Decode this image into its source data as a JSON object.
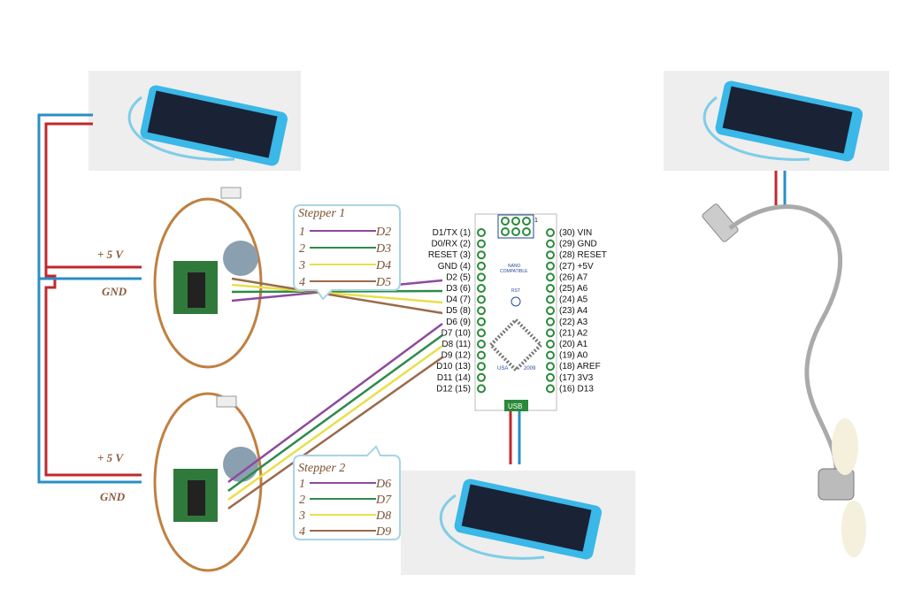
{
  "power_labels": {
    "plus5v_1": "+ 5 V",
    "gnd_1": "GND",
    "plus5v_2": "+ 5 V",
    "gnd_2": "GND"
  },
  "stepper1": {
    "title": "Stepper 1",
    "wires": [
      {
        "n": "1",
        "pin": "D2",
        "color": "#8e4a9e"
      },
      {
        "n": "2",
        "pin": "D3",
        "color": "#2e8b4a"
      },
      {
        "n": "3",
        "pin": "D4",
        "color": "#e8e04a"
      },
      {
        "n": "4",
        "pin": "D5",
        "color": "#9a6a4a"
      }
    ]
  },
  "stepper2": {
    "title": "Stepper 2",
    "wires": [
      {
        "n": "1",
        "pin": "D6",
        "color": "#8e4a9e"
      },
      {
        "n": "2",
        "pin": "D7",
        "color": "#2e8b4a"
      },
      {
        "n": "3",
        "pin": "D8",
        "color": "#e8e04a"
      },
      {
        "n": "4",
        "pin": "D9",
        "color": "#9a6a4a"
      }
    ]
  },
  "arduino": {
    "board_text": [
      "NANO",
      "COMPATIBLE",
      "RST",
      "USA",
      "2009",
      "1"
    ],
    "usb_label": "USB",
    "left_pins": [
      "D1/TX  (1)",
      "D0/RX  (2)",
      "RESET  (3)",
      "GND  (4)",
      "D2  (5)",
      "D3  (6)",
      "D4  (7)",
      "D5  (8)",
      "D6  (9)",
      "D7 (10)",
      "D8 (11)",
      "D9 (12)",
      "D10 (13)",
      "D11 (14)",
      "D12 (15)"
    ],
    "right_pins": [
      "(30) VIN",
      "(29) GND",
      "(28) RESET",
      "(27) +5V",
      "(26) A7",
      "(25) A6",
      "(24) A5",
      "(23) A4",
      "(22) A3",
      "(21) A2",
      "(20) A1",
      "(19) A0",
      "(18) AREF",
      "(17) 3V3",
      "(16) D13"
    ]
  },
  "colors": {
    "power": "#c0282d",
    "ground": "#2a8fc4",
    "solar_case": "#3ab8e8",
    "board": "#2a8a3a"
  }
}
